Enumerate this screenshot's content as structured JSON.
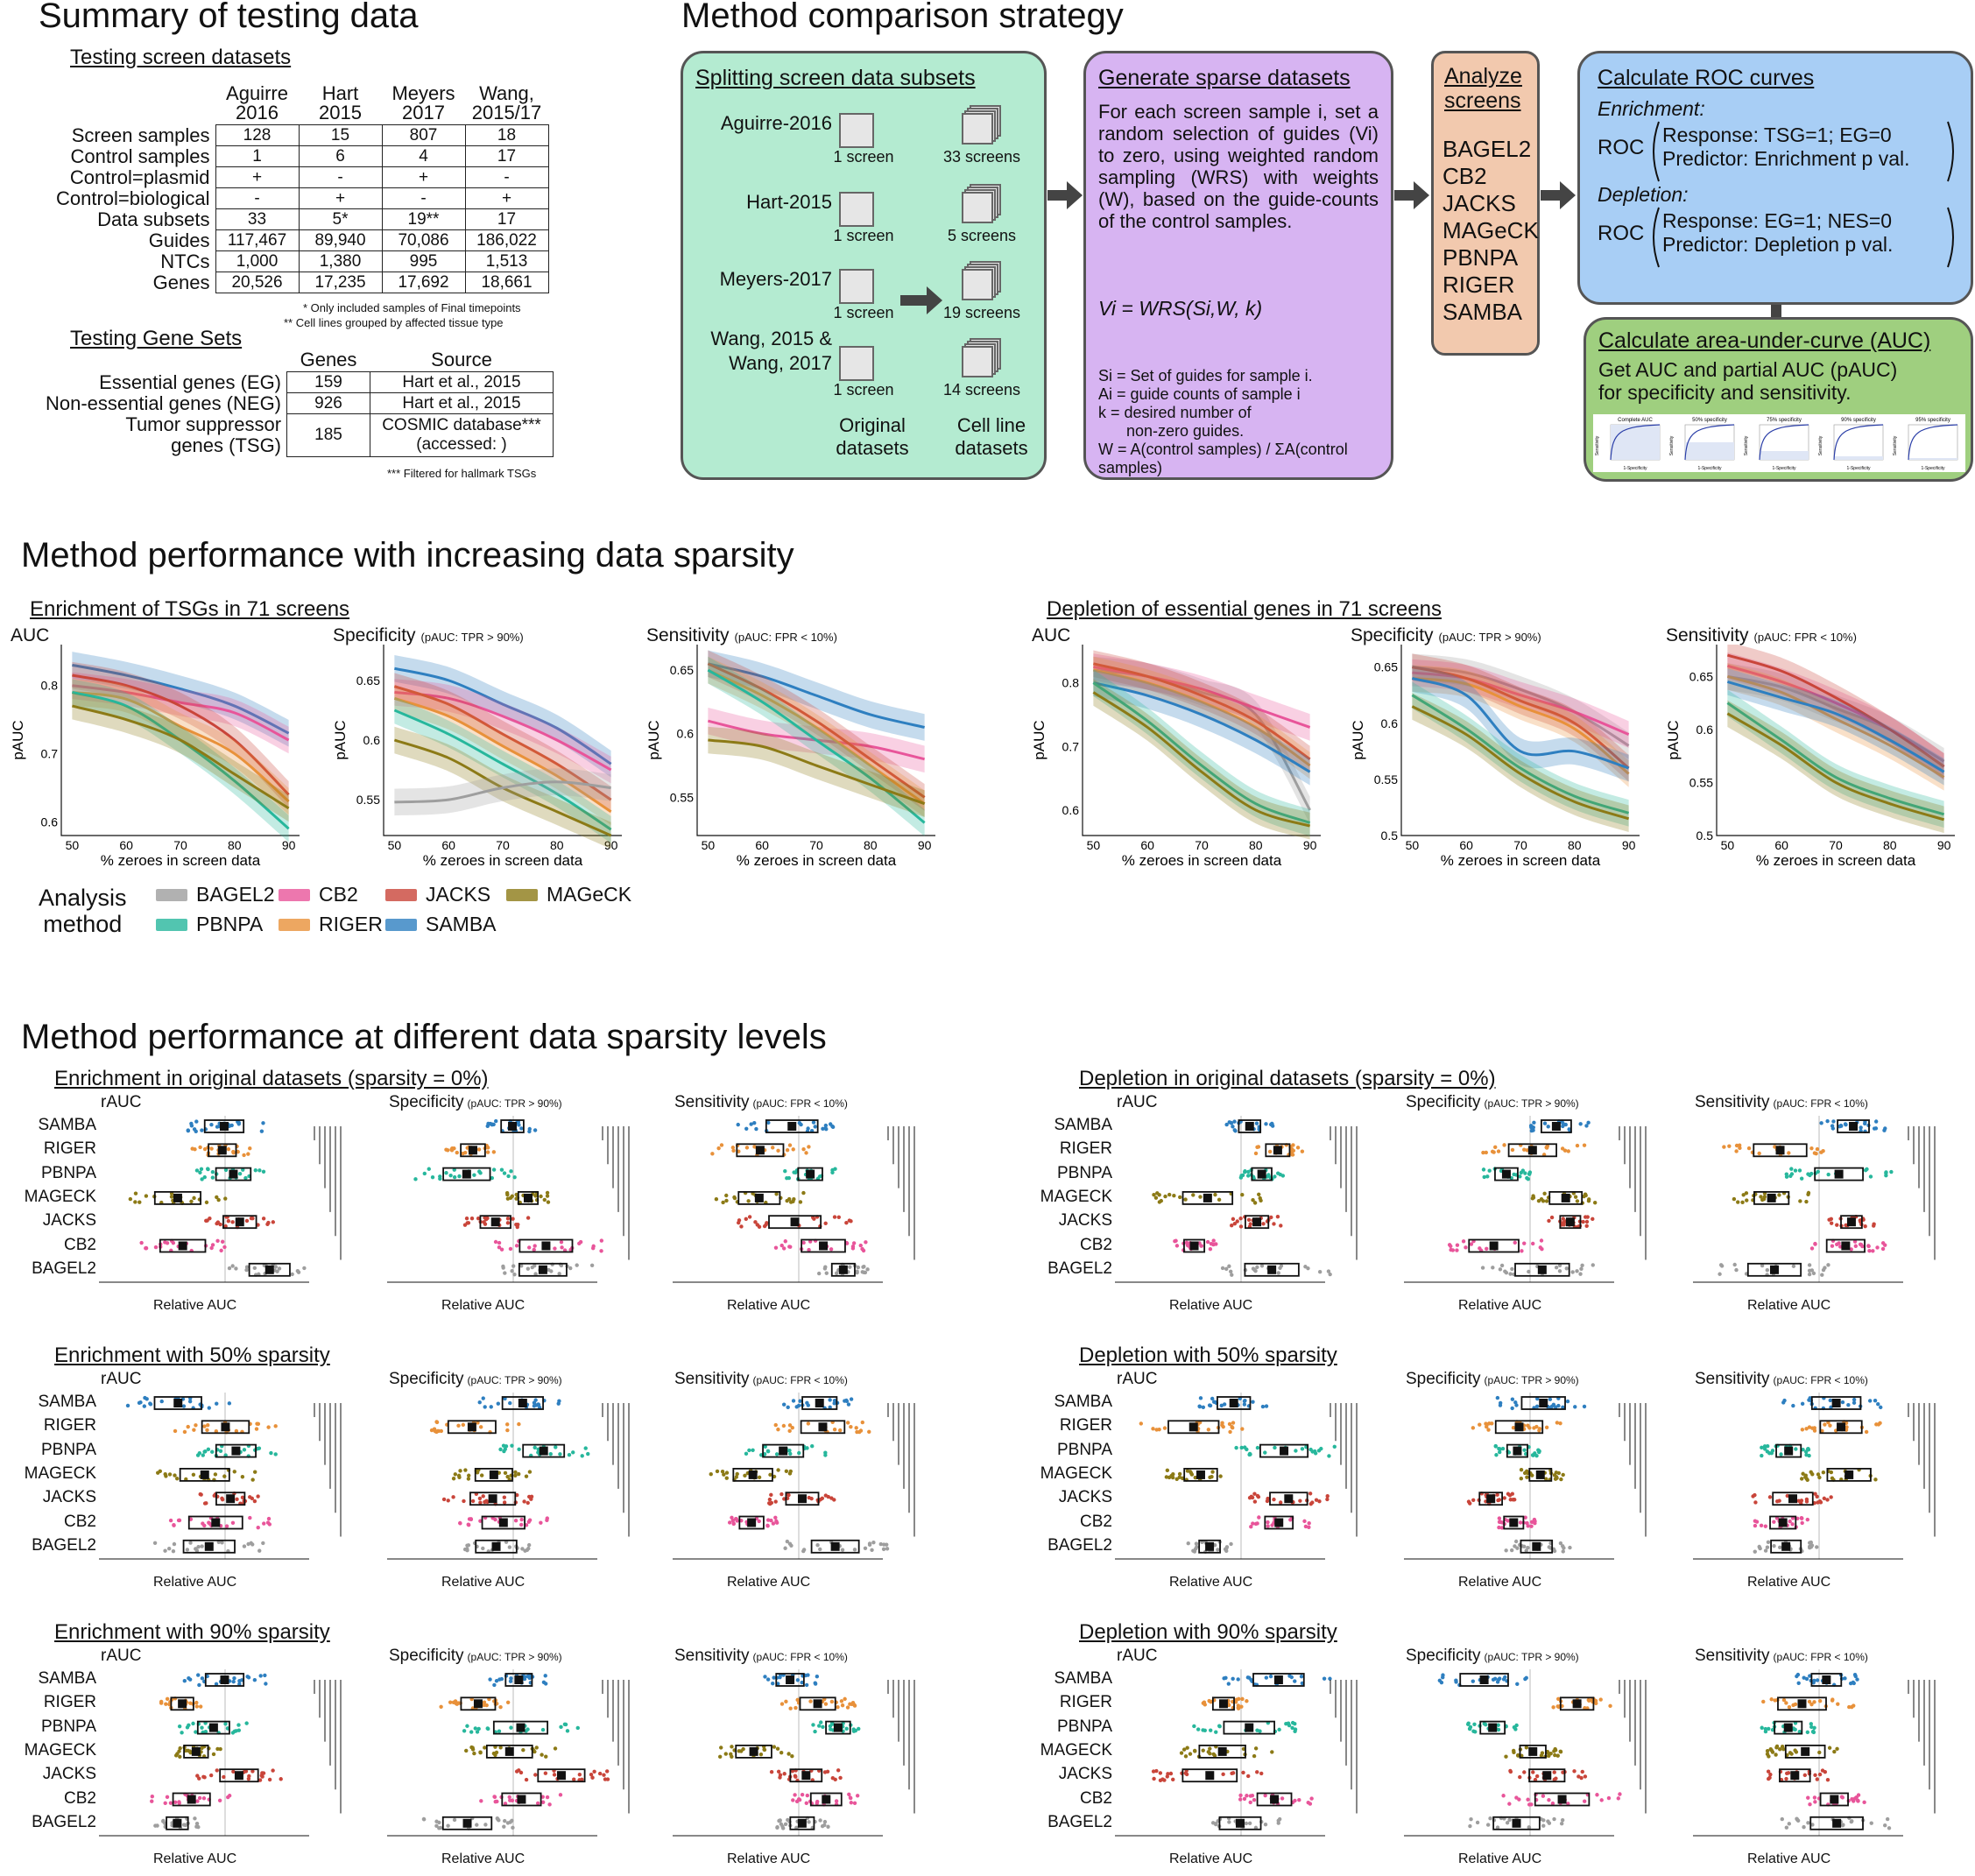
{
  "summary": {
    "title": "Summary of testing data",
    "datasets_heading": "Testing screen datasets",
    "columns": [
      "Aguirre\n2016",
      "Hart\n2015",
      "Meyers\n2017",
      "Wang,\n2015/17"
    ],
    "col1": "Aguirre",
    "col1b": "2016",
    "col2": "Hart",
    "col2b": "2015",
    "col3": "Meyers",
    "col3b": "2017",
    "col4": "Wang,",
    "col4b": "2015/17",
    "rows": [
      {
        "label": "Screen samples",
        "values": [
          "128",
          "15",
          "807",
          "18"
        ]
      },
      {
        "label": "Control samples",
        "values": [
          "1",
          "6",
          "4",
          "17"
        ]
      },
      {
        "label": "Control=plasmid",
        "values": [
          "+",
          "-",
          "+",
          "-"
        ]
      },
      {
        "label": "Control=biological",
        "values": [
          "-",
          "+",
          "-",
          "+"
        ]
      },
      {
        "label": "Data subsets",
        "values": [
          "33",
          "5*",
          "19**",
          "17"
        ]
      },
      {
        "label": "Guides",
        "values": [
          "117,467",
          "89,940",
          "70,086",
          "186,022"
        ]
      },
      {
        "label": "NTCs",
        "values": [
          "1,000",
          "1,380",
          "995",
          "1,513"
        ]
      },
      {
        "label": "Genes",
        "values": [
          "20,526",
          "17,235",
          "17,692",
          "18,661"
        ]
      }
    ],
    "note1": "* Only included samples of Final timepoints",
    "note2": "** Cell lines grouped by affected tissue type",
    "genesets_heading": "Testing Gene Sets",
    "gs_col_genes": "Genes",
    "gs_col_source": "Source",
    "gs_rows": [
      {
        "label": "Essential genes (EG)",
        "genes": "159",
        "source": "Hart et al., 2015"
      },
      {
        "label": "Non-essential genes (NEG)",
        "genes": "926",
        "source": "Hart et al., 2015"
      }
    ],
    "tsg_label1": "Tumor suppressor",
    "tsg_label2": "genes (TSG)",
    "tsg_genes": "185",
    "tsg_source1": "COSMIC database***",
    "tsg_source2": "(accessed: )",
    "note3": "*** Filtered for hallmark TSGs"
  },
  "strategy": {
    "title": "Method comparison strategy",
    "split_title": "Splitting screen data subsets",
    "datasets": [
      {
        "name": "Aguirre-2016",
        "orig": "1 screen",
        "lines": "33 screens"
      },
      {
        "name": "Hart-2015",
        "orig": "1 screen",
        "lines": "5 screens"
      },
      {
        "name": "Meyers-2017",
        "orig": "1 screen",
        "lines": "19 screens"
      },
      {
        "name": "Wang, 2015 &",
        "name2": "Wang, 2017",
        "orig": "1 screen",
        "lines": "14 screens"
      }
    ],
    "orig_label1": "Original",
    "orig_label2": "datasets",
    "cell_label1": "Cell line",
    "cell_label2": "datasets",
    "sparse_title": "Generate sparse datasets",
    "sparse_text": "For each screen sample i, set a random selection of guides (Vi) to zero, using weighted random sampling (WRS) with weights (W), based on the guide-counts of the control samples.",
    "formula": "Vi = WRS(Si,W, k)",
    "defs": [
      "Si = Set of guides for sample i.",
      "Ai = guide counts of sample i",
      "k = desired number of",
      "non-zero guides.",
      "W = A(control samples) / ΣA(control samples)"
    ],
    "analyze_title1": "Analyze",
    "analyze_title2": "screens",
    "methods": [
      "BAGEL2",
      "CB2",
      "JACKS",
      "MAGeCK",
      "PBNPA",
      "RIGER",
      "SAMBA"
    ],
    "roc_title": "Calculate ROC curves",
    "roc_enrich": "Enrichment:",
    "roc_enrich_resp": "Response: TSG=1; EG=0",
    "roc_enrich_pred": "Predictor:  Enrichment p val.",
    "roc_deplete": "Depletion:",
    "roc_deplete_resp": "Response: EG=1; NES=0",
    "roc_deplete_pred": "Predictor:  Depletion p val.",
    "roc_word": "ROC",
    "auc_title": "Calculate area-under-curve (AUC)",
    "auc_text1": "Get AUC and partial AUC (pAUC)",
    "auc_text2": "for specificity and sensitivity.",
    "mini_titles": [
      "Complete AUC",
      "50% specificity",
      "75% specificity",
      "90% specificity",
      "95% specificity"
    ],
    "mini_ylabel": "Sensitivity",
    "mini_xlabel": "1-Specificity"
  },
  "sparsity": {
    "title": "Method performance with increasing data sparsity",
    "enrich_heading": "Enrichment of TSGs in 71 screens",
    "deplete_heading": "Depletion of essential genes in 71 screens",
    "panel_titles": [
      "AUC",
      "Specificity",
      "Sensitivity"
    ],
    "spec_note": "(pAUC: TPR > 90%)",
    "sens_note": "(pAUC: FPR < 10%)",
    "ylabel": "pAUC",
    "xlabel": "% zeroes in screen data",
    "legend_title1": "Analysis",
    "legend_title2": "method",
    "legend": [
      {
        "name": "BAGEL2",
        "color": "#9e9e9e"
      },
      {
        "name": "CB2",
        "color": "#e8559a"
      },
      {
        "name": "JACKS",
        "color": "#c9453a"
      },
      {
        "name": "MAGeCK",
        "color": "#8c7a16"
      },
      {
        "name": "PBNPA",
        "color": "#27b79c"
      },
      {
        "name": "RIGER",
        "color": "#e8913a"
      },
      {
        "name": "SAMBA",
        "color": "#2e7fc0"
      }
    ]
  },
  "levels": {
    "title": "Method performance at different data sparsity levels",
    "row_headings_left": [
      "Enrichment in original datasets (sparsity = 0%)",
      "Enrichment with 50% sparsity",
      "Enrichment with 90% sparsity"
    ],
    "row_headings_right": [
      "Depletion in original datasets (sparsity = 0%)",
      "Depletion with 50% sparsity",
      "Depletion with 90% sparsity"
    ],
    "panel_titles": [
      "rAUC",
      "Specificity",
      "Sensitivity"
    ],
    "spec_note": "(pAUC: TPR > 90%)",
    "sens_note": "(pAUC: FPR < 10%)",
    "methods": [
      "SAMBA",
      "RIGER",
      "PBNPA",
      "MAGECK",
      "JACKS",
      "CB2",
      "BAGEL2"
    ],
    "xlabel": "Relative AUC"
  },
  "chart_data": [
    {
      "type": "line",
      "title": "AUC",
      "subtitle": "Enrichment of TSGs in 71 screens",
      "xlabel": "% zeroes in screen data",
      "ylabel": "pAUC",
      "x": [
        50,
        60,
        70,
        80,
        90
      ],
      "ylim": [
        0.58,
        0.86
      ],
      "yticks": [
        0.6,
        0.7,
        0.8
      ],
      "series": [
        {
          "name": "SAMBA",
          "values": [
            0.83,
            0.815,
            0.795,
            0.77,
            0.73
          ]
        },
        {
          "name": "CB2",
          "values": [
            0.8,
            0.79,
            0.775,
            0.76,
            0.72
          ]
        },
        {
          "name": "JACKS",
          "values": [
            0.815,
            0.8,
            0.77,
            0.72,
            0.64
          ]
        },
        {
          "name": "RIGER",
          "values": [
            0.79,
            0.78,
            0.74,
            0.7,
            0.63
          ]
        },
        {
          "name": "PBNPA",
          "values": [
            0.79,
            0.77,
            0.72,
            0.66,
            0.59
          ]
        },
        {
          "name": "MAGeCK",
          "values": [
            0.77,
            0.75,
            0.72,
            0.67,
            0.62
          ]
        }
      ]
    },
    {
      "type": "line",
      "title": "Specificity",
      "subtitle": "Enrichment of TSGs in 71 screens",
      "xlabel": "% zeroes in screen data",
      "ylabel": "pAUC",
      "x": [
        50,
        60,
        70,
        80,
        90
      ],
      "ylim": [
        0.52,
        0.68
      ],
      "yticks": [
        0.55,
        0.6,
        0.65
      ],
      "series": [
        {
          "name": "SAMBA",
          "values": [
            0.66,
            0.65,
            0.63,
            0.61,
            0.58
          ]
        },
        {
          "name": "CB2",
          "values": [
            0.64,
            0.635,
            0.62,
            0.6,
            0.575
          ]
        },
        {
          "name": "JACKS",
          "values": [
            0.645,
            0.63,
            0.605,
            0.58,
            0.55
          ]
        },
        {
          "name": "RIGER",
          "values": [
            0.635,
            0.62,
            0.595,
            0.57,
            0.54
          ]
        },
        {
          "name": "PBNPA",
          "values": [
            0.625,
            0.605,
            0.58,
            0.555,
            0.525
          ]
        },
        {
          "name": "MAGeCK",
          "values": [
            0.6,
            0.585,
            0.56,
            0.54,
            0.52
          ]
        },
        {
          "name": "BAGEL2",
          "values": [
            0.548,
            0.55,
            0.56,
            0.565,
            0.56
          ]
        }
      ]
    },
    {
      "type": "line",
      "title": "Sensitivity",
      "subtitle": "Enrichment of TSGs in 71 screens",
      "xlabel": "% zeroes in screen data",
      "ylabel": "pAUC",
      "x": [
        50,
        60,
        70,
        80,
        90
      ],
      "ylim": [
        0.52,
        0.67
      ],
      "yticks": [
        0.55,
        0.6,
        0.65
      ],
      "series": [
        {
          "name": "SAMBA",
          "values": [
            0.655,
            0.645,
            0.63,
            0.615,
            0.605
          ]
        },
        {
          "name": "CB2",
          "values": [
            0.61,
            0.6,
            0.595,
            0.59,
            0.58
          ]
        },
        {
          "name": "JACKS",
          "values": [
            0.655,
            0.635,
            0.61,
            0.58,
            0.55
          ]
        },
        {
          "name": "RIGER",
          "values": [
            0.65,
            0.63,
            0.605,
            0.575,
            0.545
          ]
        },
        {
          "name": "PBNPA",
          "values": [
            0.65,
            0.625,
            0.595,
            0.565,
            0.53
          ]
        },
        {
          "name": "MAGeCK",
          "values": [
            0.595,
            0.59,
            0.575,
            0.56,
            0.545
          ]
        }
      ]
    },
    {
      "type": "line",
      "title": "AUC",
      "subtitle": "Depletion of essential genes in 71 screens",
      "xlabel": "% zeroes in screen data",
      "ylabel": "pAUC",
      "x": [
        50,
        60,
        70,
        80,
        90
      ],
      "ylim": [
        0.56,
        0.86
      ],
      "yticks": [
        0.6,
        0.7,
        0.8
      ],
      "series": [
        {
          "name": "BAGEL2",
          "values": [
            0.82,
            0.81,
            0.785,
            0.75,
            0.6
          ]
        },
        {
          "name": "CB2",
          "values": [
            0.825,
            0.81,
            0.79,
            0.76,
            0.73
          ]
        },
        {
          "name": "JACKS",
          "values": [
            0.83,
            0.81,
            0.78,
            0.74,
            0.68
          ]
        },
        {
          "name": "RIGER",
          "values": [
            0.82,
            0.8,
            0.77,
            0.73,
            0.67
          ]
        },
        {
          "name": "SAMBA",
          "values": [
            0.8,
            0.78,
            0.75,
            0.71,
            0.66
          ]
        },
        {
          "name": "PBNPA",
          "values": [
            0.8,
            0.74,
            0.67,
            0.61,
            0.58
          ]
        },
        {
          "name": "MAGeCK",
          "values": [
            0.785,
            0.73,
            0.66,
            0.6,
            0.575
          ]
        }
      ]
    },
    {
      "type": "line",
      "title": "Specificity",
      "subtitle": "Depletion of essential genes in 71 screens",
      "xlabel": "% zeroes in screen data",
      "ylabel": "pAUC",
      "x": [
        50,
        60,
        70,
        80,
        90
      ],
      "ylim": [
        0.5,
        0.67
      ],
      "yticks": [
        0.5,
        0.55,
        0.6,
        0.65
      ],
      "series": [
        {
          "name": "BAGEL2",
          "values": [
            0.65,
            0.645,
            0.63,
            0.61,
            0.58
          ]
        },
        {
          "name": "CB2",
          "values": [
            0.645,
            0.64,
            0.625,
            0.61,
            0.59
          ]
        },
        {
          "name": "JACKS",
          "values": [
            0.65,
            0.64,
            0.62,
            0.6,
            0.56
          ]
        },
        {
          "name": "RIGER",
          "values": [
            0.64,
            0.635,
            0.615,
            0.595,
            0.555
          ]
        },
        {
          "name": "SAMBA",
          "values": [
            0.64,
            0.625,
            0.575,
            0.575,
            0.56
          ]
        },
        {
          "name": "PBNPA",
          "values": [
            0.625,
            0.595,
            0.56,
            0.535,
            0.52
          ]
        },
        {
          "name": "MAGeCK",
          "values": [
            0.615,
            0.59,
            0.555,
            0.53,
            0.515
          ]
        }
      ]
    },
    {
      "type": "line",
      "title": "Sensitivity",
      "subtitle": "Depletion of essential genes in 71 screens",
      "xlabel": "% zeroes in screen data",
      "ylabel": "pAUC",
      "x": [
        50,
        60,
        70,
        80,
        90
      ],
      "ylim": [
        0.5,
        0.68
      ],
      "yticks": [
        0.5,
        0.55,
        0.6,
        0.65
      ],
      "series": [
        {
          "name": "BAGEL2",
          "values": [
            0.65,
            0.64,
            0.62,
            0.6,
            0.57
          ]
        },
        {
          "name": "CB2",
          "values": [
            0.66,
            0.645,
            0.625,
            0.6,
            0.565
          ]
        },
        {
          "name": "JACKS",
          "values": [
            0.67,
            0.655,
            0.63,
            0.6,
            0.565
          ]
        },
        {
          "name": "RIGER",
          "values": [
            0.65,
            0.635,
            0.61,
            0.585,
            0.555
          ]
        },
        {
          "name": "SAMBA",
          "values": [
            0.645,
            0.63,
            0.615,
            0.59,
            0.56
          ]
        },
        {
          "name": "PBNPA",
          "values": [
            0.625,
            0.59,
            0.555,
            0.535,
            0.52
          ]
        },
        {
          "name": "MAGeCK",
          "values": [
            0.615,
            0.585,
            0.55,
            0.53,
            0.515
          ]
        }
      ]
    }
  ]
}
